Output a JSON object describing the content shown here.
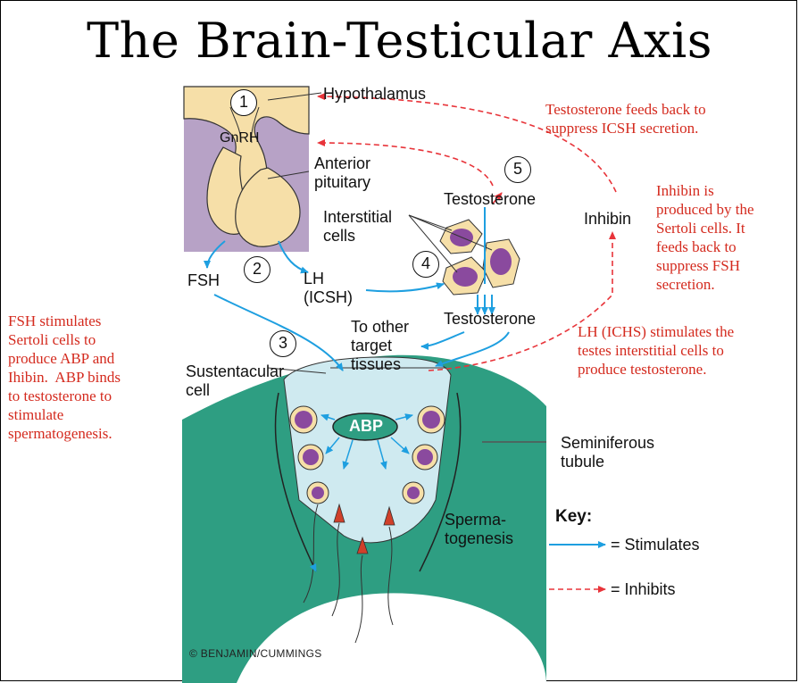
{
  "title": "The Brain-Testicular Axis",
  "numbers": [
    "1",
    "2",
    "3",
    "4",
    "5"
  ],
  "labels": {
    "hypothalamus": "Hypothalamus",
    "gnrh": "GnRH",
    "anterior_pituitary": "Anterior\npituitary",
    "interstitial_cells": "Interstitial\ncells",
    "testosterone_top": "Testosterone",
    "inhibin": "Inhibin",
    "fsh": "FSH",
    "lh": "LH\n(ICSH)",
    "testosterone_mid": "Testosterone",
    "other_tissues": "To other\ntarget\ntissues",
    "sustentacular": "Sustentacular\ncell",
    "abp": "ABP",
    "seminiferous": "Seminiferous\ntubule",
    "spermatogenesis": "Sperma-\ntogenesis",
    "key_title": "Key:",
    "key_stimulates": "= Stimulates",
    "key_inhibits": "= Inhibits"
  },
  "notes": {
    "testosterone_feedback": "Testosterone feeds back to\nsuppress ICSH secretion.",
    "inhibin": "Inhibin is\nproduced by the\nSertoli cells. It\nfeeds back to\nsuppress FSH\nsecretion.",
    "lh": "LH (ICHS) stimulates the\ntestes interstitial cells to\nproduce testosterone.",
    "fsh": "FSH stimulates\nSertoli cells to\nproduce ABP and\nIhibin.  ABP binds\nto testosterone to\nstimulate\nspermatogenesis."
  },
  "copyright": "© BENJAMIN/CUMMINGS",
  "colors": {
    "stimulates": "#1e9fe0",
    "inhibits": "#e8343a",
    "note_text": "#d42a1e",
    "brain_purple": "#b7a2c6",
    "pituitary_tan": "#f6dfa8",
    "tubule_green": "#2e9e82",
    "lumen": "#cfeaf0",
    "cell_nucleus": "#8a4a9e"
  }
}
